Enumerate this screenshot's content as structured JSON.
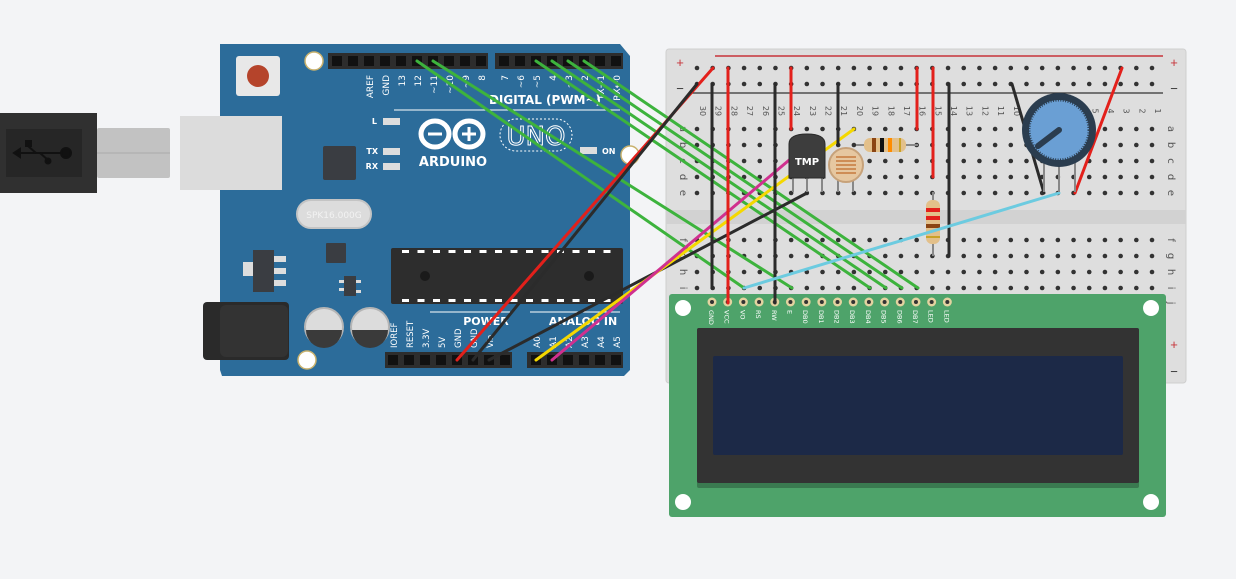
{
  "canvas": {
    "title": "Arduino LCD temperature circuit"
  },
  "arduino": {
    "brand": "ARDUINO",
    "model": "UNO",
    "digital_header_label": "DIGITAL (PWM~)",
    "power_header_label": "POWER",
    "analog_header_label": "ANALOG IN",
    "led_labels": {
      "l": "L",
      "tx": "TX",
      "rx": "RX",
      "on": "ON"
    },
    "crystal_label": "SPK16.000G",
    "digital_pins": [
      "AREF",
      "GND",
      "13",
      "12",
      "~11",
      "~10",
      "~9",
      "8",
      "7",
      "~6",
      "~5",
      "4",
      "~3",
      "2",
      "TX→1",
      "RX←0"
    ],
    "power_pins": [
      "IOREF",
      "RESET",
      "3.3V",
      "5V",
      "GND",
      "GND",
      "Vin"
    ],
    "analog_pins": [
      "A0",
      "A1",
      "A2",
      "A3",
      "A4",
      "A5"
    ]
  },
  "breadboard": {
    "columns": [
      "30",
      "29",
      "28",
      "27",
      "26",
      "25",
      "24",
      "23",
      "22",
      "21",
      "20",
      "19",
      "18",
      "17",
      "16",
      "15",
      "14",
      "13",
      "12",
      "11",
      "10",
      "9",
      "8",
      "7",
      "6",
      "5",
      "4",
      "3",
      "2",
      "1"
    ],
    "rows_top": [
      "a",
      "b",
      "c",
      "d",
      "e"
    ],
    "rows_bottom": [
      "f",
      "g",
      "h",
      "i",
      "j"
    ],
    "rail_plus": "+",
    "rail_minus": "−"
  },
  "components": {
    "temp_sensor": {
      "label": "TMP"
    },
    "potentiometer": {
      "value_fraction": 0.3
    }
  },
  "lcd": {
    "pins": [
      "GND",
      "VCC",
      "VO",
      "RS",
      "RW",
      "E",
      "DB0",
      "DB1",
      "DB2",
      "DB3",
      "DB4",
      "DB5",
      "DB6",
      "DB7",
      "LED",
      "LED"
    ],
    "screen_text": ""
  },
  "colors": {
    "board": "#2c6c9a",
    "wire_green": "#3db33d",
    "wire_red": "#e3201b",
    "wire_black": "#2b2b2b",
    "wire_yellow": "#f5d800",
    "wire_magenta": "#d0308f",
    "wire_cyan": "#6ccbe0",
    "lcd_pcb": "#4ea36a",
    "lcd_screen": "#1c2947"
  }
}
